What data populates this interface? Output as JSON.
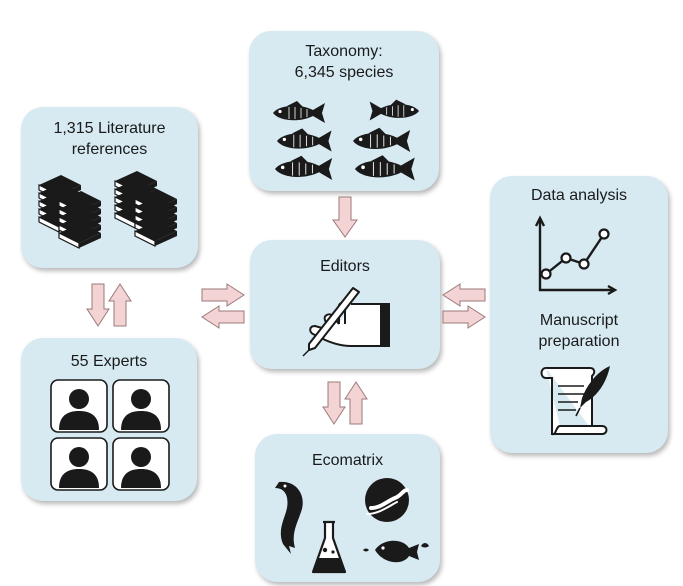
{
  "colors": {
    "box_fill": "#d7eaf2",
    "arrow_fill": "#f3d3d3",
    "arrow_stroke": "#9a7a7a",
    "icon": "#1a1a1a"
  },
  "boxes": {
    "taxonomy": {
      "line1": "Taxonomy:",
      "line2": "6,345 species",
      "icon": "fish-icons"
    },
    "literature": {
      "line1": "1,315 Literature",
      "line2": "references",
      "icon": "book-stack-icons"
    },
    "editors": {
      "label": "Editors",
      "icon": "hand-writing-icon"
    },
    "data_analysis": {
      "label": "Data analysis",
      "icon": "line-chart-icon"
    },
    "manuscript": {
      "line1": "Manuscript",
      "line2": "preparation",
      "icon": "scroll-quill-icon"
    },
    "experts": {
      "label": "55 Experts",
      "icon": "person-silhouette-icons"
    },
    "ecomatrix": {
      "label": "Ecomatrix",
      "icon": "ecology-icons"
    }
  }
}
